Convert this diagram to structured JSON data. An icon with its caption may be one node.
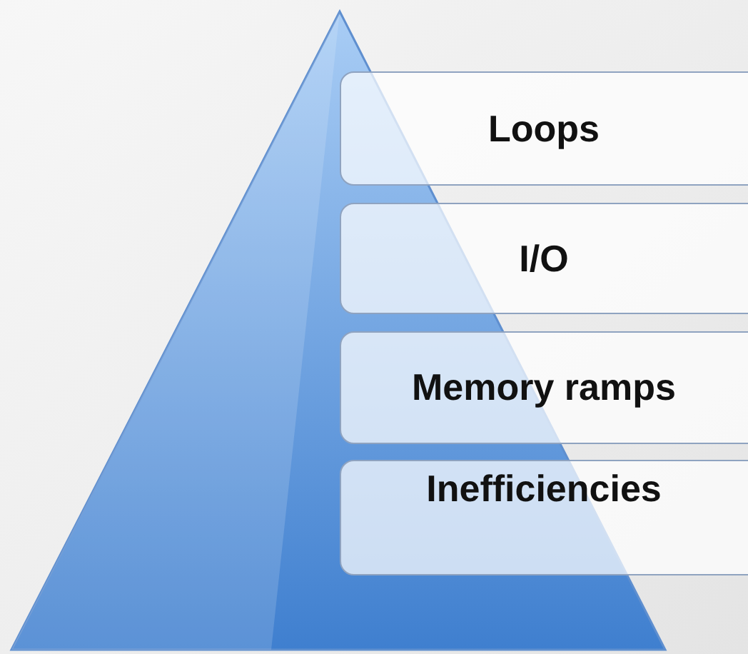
{
  "diagram": {
    "nodes": [
      {
        "text": [
          "Loops"
        ]
      },
      {
        "text": [
          "I/O"
        ]
      },
      {
        "text": [
          "Memory ramps"
        ]
      },
      {
        "text": [
          "Inefficiencies"
        ]
      }
    ]
  }
}
